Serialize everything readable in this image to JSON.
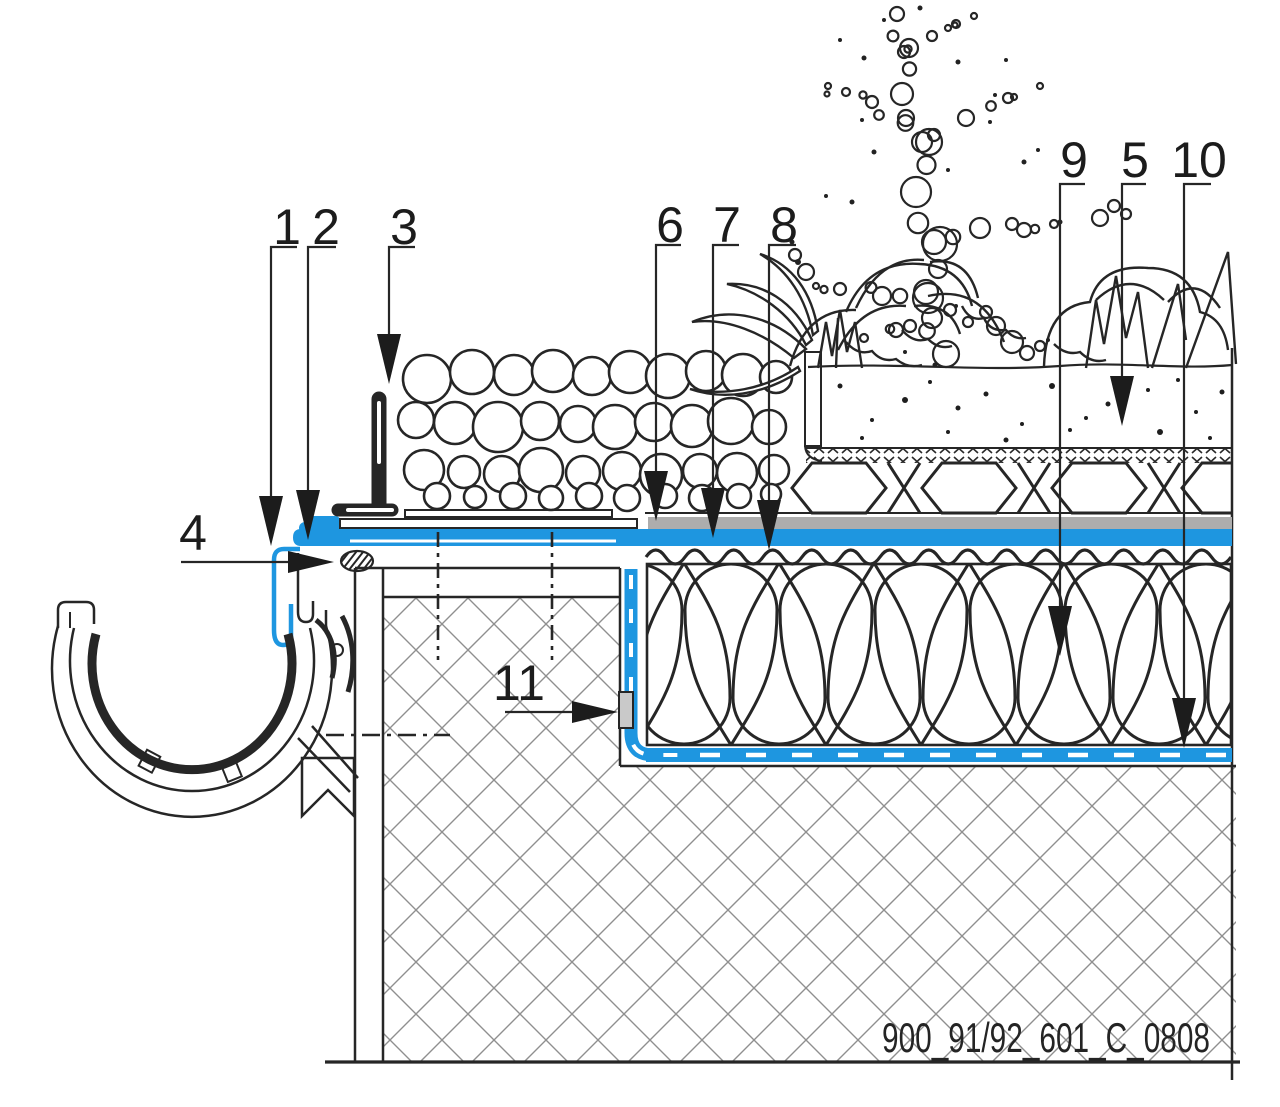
{
  "drawing": {
    "reference": "900_91/92_601_C_0808"
  },
  "callouts": [
    {
      "id": "c1",
      "label": "1"
    },
    {
      "id": "c2",
      "label": "2"
    },
    {
      "id": "c3",
      "label": "3"
    },
    {
      "id": "c4",
      "label": "4"
    },
    {
      "id": "c5",
      "label": "5"
    },
    {
      "id": "c6",
      "label": "6"
    },
    {
      "id": "c7",
      "label": "7"
    },
    {
      "id": "c8",
      "label": "8"
    },
    {
      "id": "c9",
      "label": "9"
    },
    {
      "id": "c10",
      "label": "10"
    },
    {
      "id": "c11",
      "label": "11"
    }
  ],
  "colors": {
    "membrane_blue": "#1e96e0",
    "protection_gray": "#adadad",
    "clamp_gray": "#c9c9c9",
    "line_dark": "#262626",
    "hatch_gray": "#8f8f8f"
  }
}
